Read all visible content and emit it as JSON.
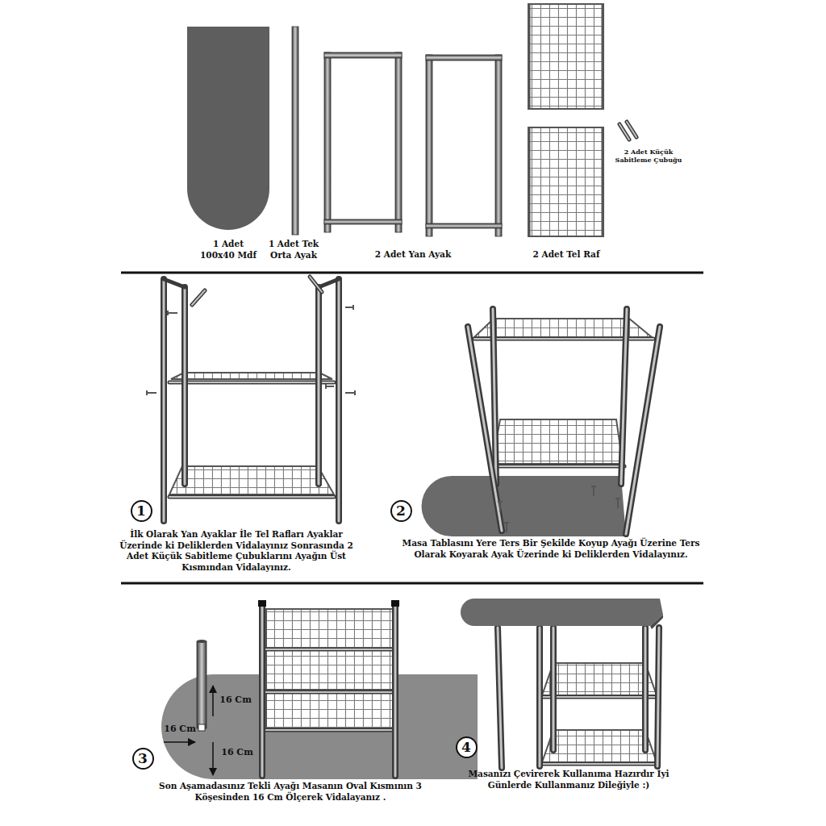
{
  "diagram": {
    "nodes": [
      {
        "text": [
          "1"
        ]
      },
      {
        "text": [
          "2"
        ]
      },
      {
        "text": [
          "3"
        ]
      },
      {
        "text": [
          "4"
        ]
      }
    ],
    "labels": [
      "1 Adet 100x40 Mdf",
      "1 Adet Tek Orta Ayak",
      "2 Adet Yan Ayak",
      "2 Adet Tel Raf",
      "2 Adet Küçük Sabitleme Çubuğu",
      "İlk Olarak Yan Ayaklar İle Tel Rafları Ayaklar Üzerinde ki Deliklerden Vidalayınız Sonrasında 2 Adet Küçük Sabitleme Çubuklarını Ayağın Üst Kısmından Vidalayınız.",
      "Masa Tablasını Yere Ters Bir Şekilde Koyup Ayağı Üzerine Ters Olarak Koyarak Ayak Üzerinde ki Deliklerden Vidalayınız.",
      "16 Cm",
      "16 Cm",
      "16 Cm",
      "Son Aşamadasınız Tekli Ayağı Masanın Oval Kısmının 3 Köşesinden 16 Cm Ölçerek Vidalayanız .",
      "Masanızı Çevirerek Kullanıma Hazırdır İyi Günlerde Kullanmanız Dileğiyle :)"
    ]
  }
}
